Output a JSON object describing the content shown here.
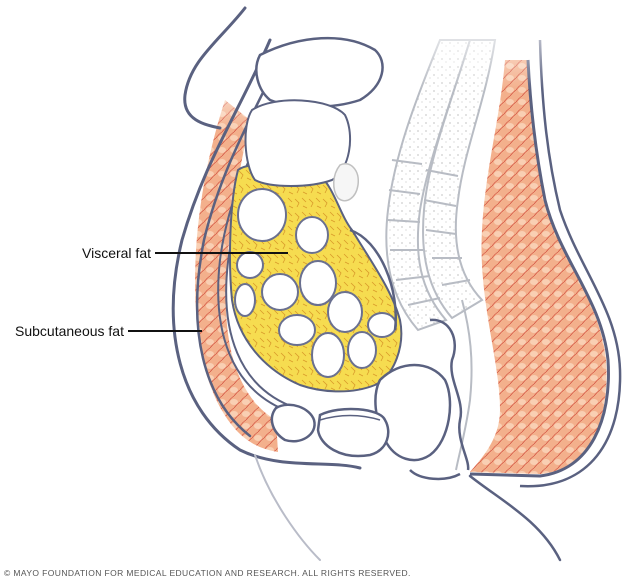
{
  "figure": {
    "subject": "Sagittal cross-section of abdomen showing visceral and subcutaneous fat",
    "labels": [
      {
        "id": "visceral",
        "text": "Visceral fat"
      },
      {
        "id": "subcutaneous",
        "text": "Subcutaneous fat"
      }
    ],
    "colors": {
      "outline": "#5a6180",
      "visceral_fat": "#f5d84a",
      "subcutaneous_fat": "#f2a67e",
      "vessel": "#c9443a",
      "spine": "#b8bcc4",
      "background": "#ffffff"
    }
  },
  "copyright": "© MAYO FOUNDATION FOR MEDICAL EDUCATION AND RESEARCH. ALL RIGHTS RESERVED."
}
